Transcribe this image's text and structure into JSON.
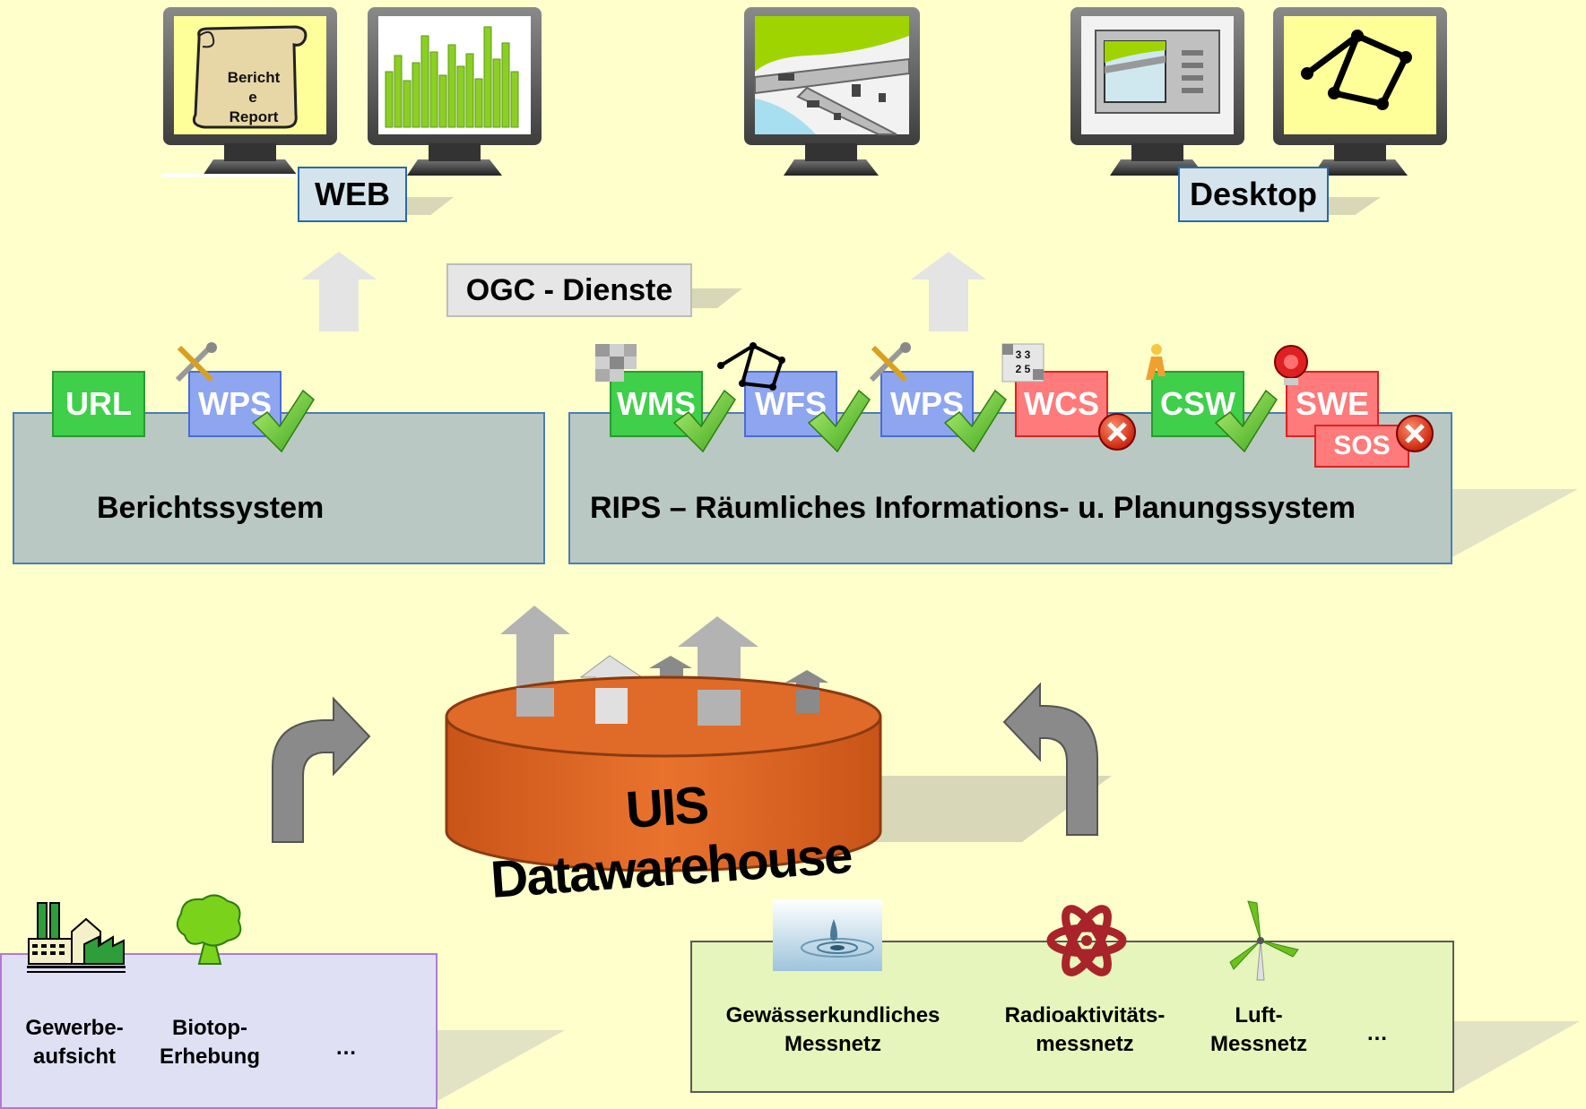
{
  "top": {
    "web_label": "WEB",
    "desktop_label": "Desktop",
    "ogc_label": "OGC - Dienste",
    "report_scroll_text": [
      "Bericht",
      "e",
      "Report"
    ]
  },
  "berichtssystem": {
    "title": "Berichtssystem",
    "services": [
      "URL",
      "WPS"
    ]
  },
  "rips": {
    "title": "RIPS – Räumliches Informations- u. Planungssystem",
    "services": [
      "WMS",
      "WFS",
      "WPS",
      "WCS",
      "CSW",
      "SWE",
      "SOS"
    ],
    "wcs_icon_digits": [
      "3 3",
      "2 5"
    ]
  },
  "datawarehouse": {
    "title": "UIS Datawarehouse"
  },
  "sources_left": {
    "items": [
      "Gewerbe-\naufsicht",
      "Biotop-\nErhebung",
      "…"
    ]
  },
  "sources_right": {
    "items": [
      "Gewässerkundliches\nMessnetz",
      "Radioaktivitäts-\nmessnetz",
      "Luft-\nMessnetz",
      "…"
    ]
  },
  "colors": {
    "background": "#ffffcc",
    "panel": "#b9c8c3",
    "panel_border": "#4a7fb0",
    "cylinder": "#e06a28",
    "ok_green": "#3fcf4a",
    "wps_blue": "#8ea6f0",
    "error_red": "#ff7a7a"
  }
}
